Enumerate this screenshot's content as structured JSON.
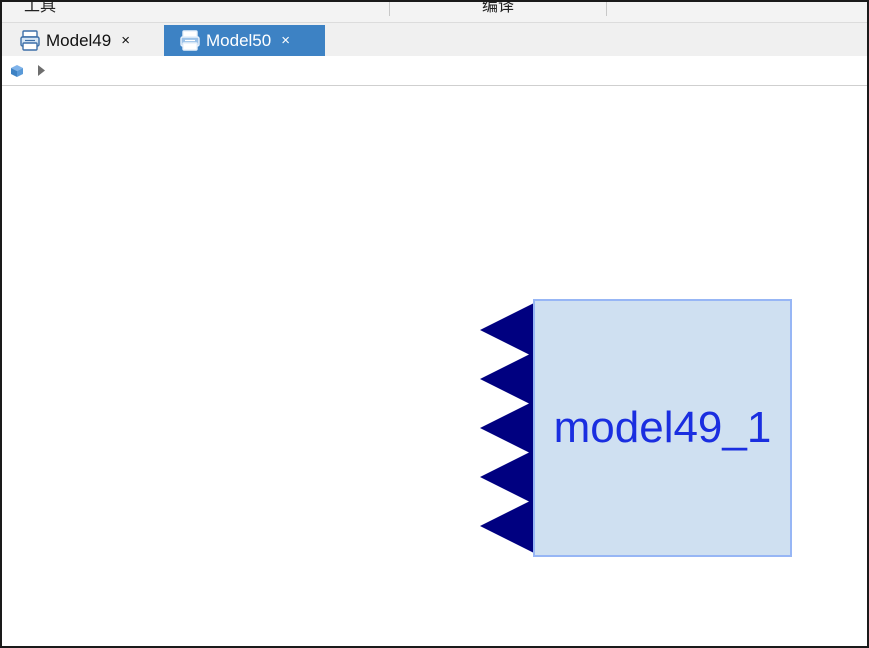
{
  "menu": {
    "items": [
      {
        "label": "工具"
      },
      {
        "label": "编译"
      }
    ]
  },
  "tabs": [
    {
      "label": "Model49",
      "close": "×",
      "active": false,
      "icon": "model-icon"
    },
    {
      "label": "Model50",
      "close": "×",
      "active": true,
      "icon": "model-icon"
    }
  ],
  "breadcrumb": {
    "root_icon": "cube-icon",
    "separator_icon": "chevron-right-icon"
  },
  "canvas": {
    "block": {
      "label": "model49_1",
      "fill_color": "#cfe0f1",
      "border_color": "#97b6f5",
      "text_color": "#1a2ee0",
      "input_ports": 5,
      "port_color": "#000080"
    }
  },
  "colors": {
    "active_tab": "#3d82c4"
  }
}
